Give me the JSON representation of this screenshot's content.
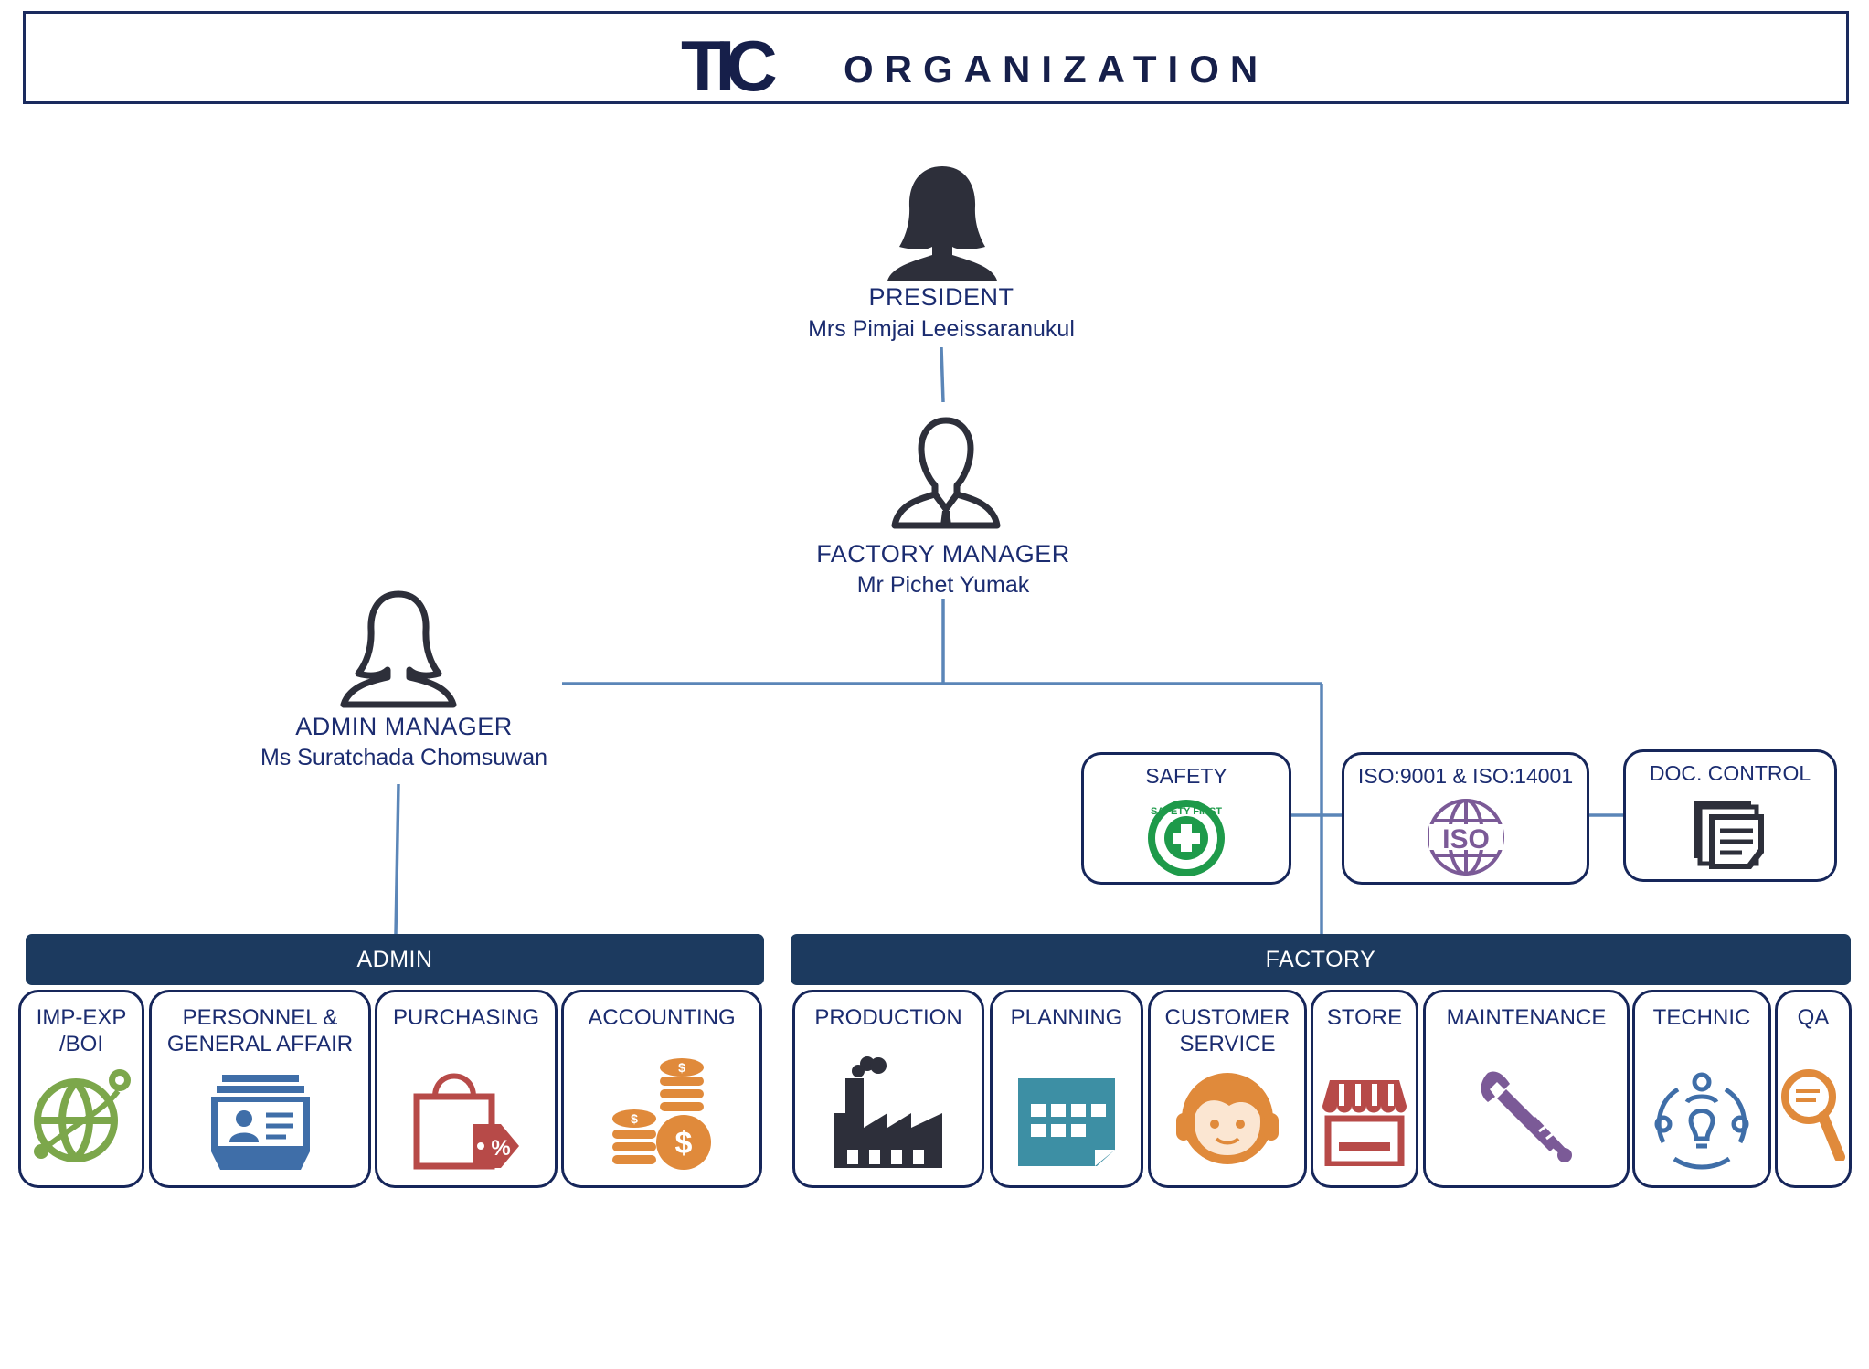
{
  "header": {
    "logo_text": "TIC",
    "title": "ORGANIZATION"
  },
  "president": {
    "role": "PRESIDENT",
    "name": "Mrs Pimjai Leeissaranukul"
  },
  "factory_manager": {
    "role": "FACTORY  MANAGER",
    "name": "Mr Pichet  Yumak"
  },
  "admin_manager": {
    "role": "ADMIN  MANAGER",
    "name": "Ms Suratchada Chomsuwan"
  },
  "staff": {
    "safety": "SAFETY",
    "iso": "ISO:9001 & ISO:14001",
    "doc_control": "DOC. CONTROL",
    "safety_badge": "SAFETY FIRST",
    "iso_badge": "ISO"
  },
  "admin": {
    "banner": "ADMIN",
    "depts": [
      "IMP-EXP\n/BOI",
      "PERSONNEL &\nGENERAL AFFAIR",
      "PURCHASING",
      "ACCOUNTING"
    ]
  },
  "factory": {
    "banner": "FACTORY",
    "depts": [
      "PRODUCTION",
      "PLANNING",
      "CUSTOMER\nSERVICE",
      "STORE",
      "MAINTENANCE",
      "TECHNIC",
      "QA"
    ]
  },
  "colors": {
    "navy": "#16265a",
    "banner": "#1c3a5f",
    "connector": "#5b86b8",
    "icon_dark": "#2d2f3a",
    "green": "#7ca74b",
    "blue": "#3f6ea8",
    "red": "#b74a48",
    "orange": "#e08a3b",
    "teal": "#3d8fa4",
    "purple": "#7b5a97"
  }
}
